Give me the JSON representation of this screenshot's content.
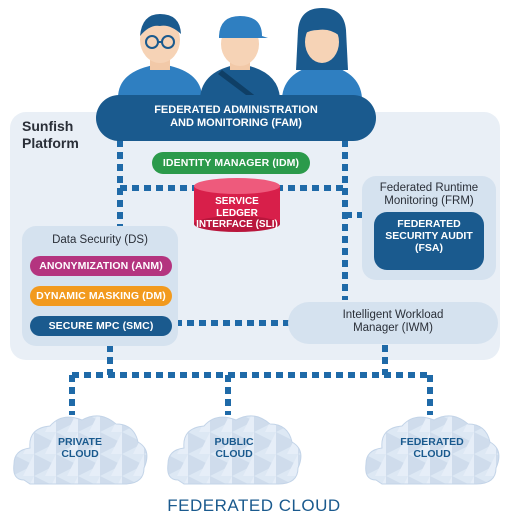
{
  "platform": {
    "line1": "Sunfish",
    "line2": "Platform"
  },
  "fam": {
    "line1": "FEDERATED ADMINISTRATION",
    "line2": "AND MONITORING (FAM)"
  },
  "idm": {
    "label": "IDENTITY MANAGER (IDM)"
  },
  "sli": {
    "line1": "SERVICE LEDGER",
    "line2": "INTERFACE (SLI)"
  },
  "frm": {
    "line1": "Federated Runtime",
    "line2": "Monitoring (FRM)"
  },
  "fsa": {
    "line1": "FEDERATED",
    "line2": "SECURITY AUDIT",
    "line3": "(FSA)"
  },
  "ds": {
    "title": "Data Security (DS)",
    "items": [
      {
        "label": "ANONYMIZATION (ANM)",
        "color": "#b4347f"
      },
      {
        "label": "DYNAMIC MASKING (DM)",
        "color": "#f29a1e"
      },
      {
        "label": "SECURE MPC (SMC)",
        "color": "#1a5a8e"
      }
    ]
  },
  "iwm": {
    "line1": "Intelligent Workload",
    "line2": "Manager (IWM)"
  },
  "clouds": [
    {
      "line1": "PRIVATE",
      "line2": "CLOUD"
    },
    {
      "line1": "PUBLIC",
      "line2": "CLOUD"
    },
    {
      "line1": "FEDERATED",
      "line2": "CLOUD"
    }
  ],
  "footer": {
    "label": "FEDERATED CLOUD"
  },
  "colors": {
    "navy": "#1a5a8e",
    "blue": "#2f7fc1",
    "green": "#2b9a4b",
    "red": "#d81f4a",
    "panel": "#e9eff6",
    "subpanel": "#d5e2ef",
    "cloud": "#d9e5f2"
  },
  "icons": [
    "user-with-glasses-icon",
    "user-with-cap-icon",
    "user-female-icon",
    "database-icon",
    "cloud-icon"
  ]
}
